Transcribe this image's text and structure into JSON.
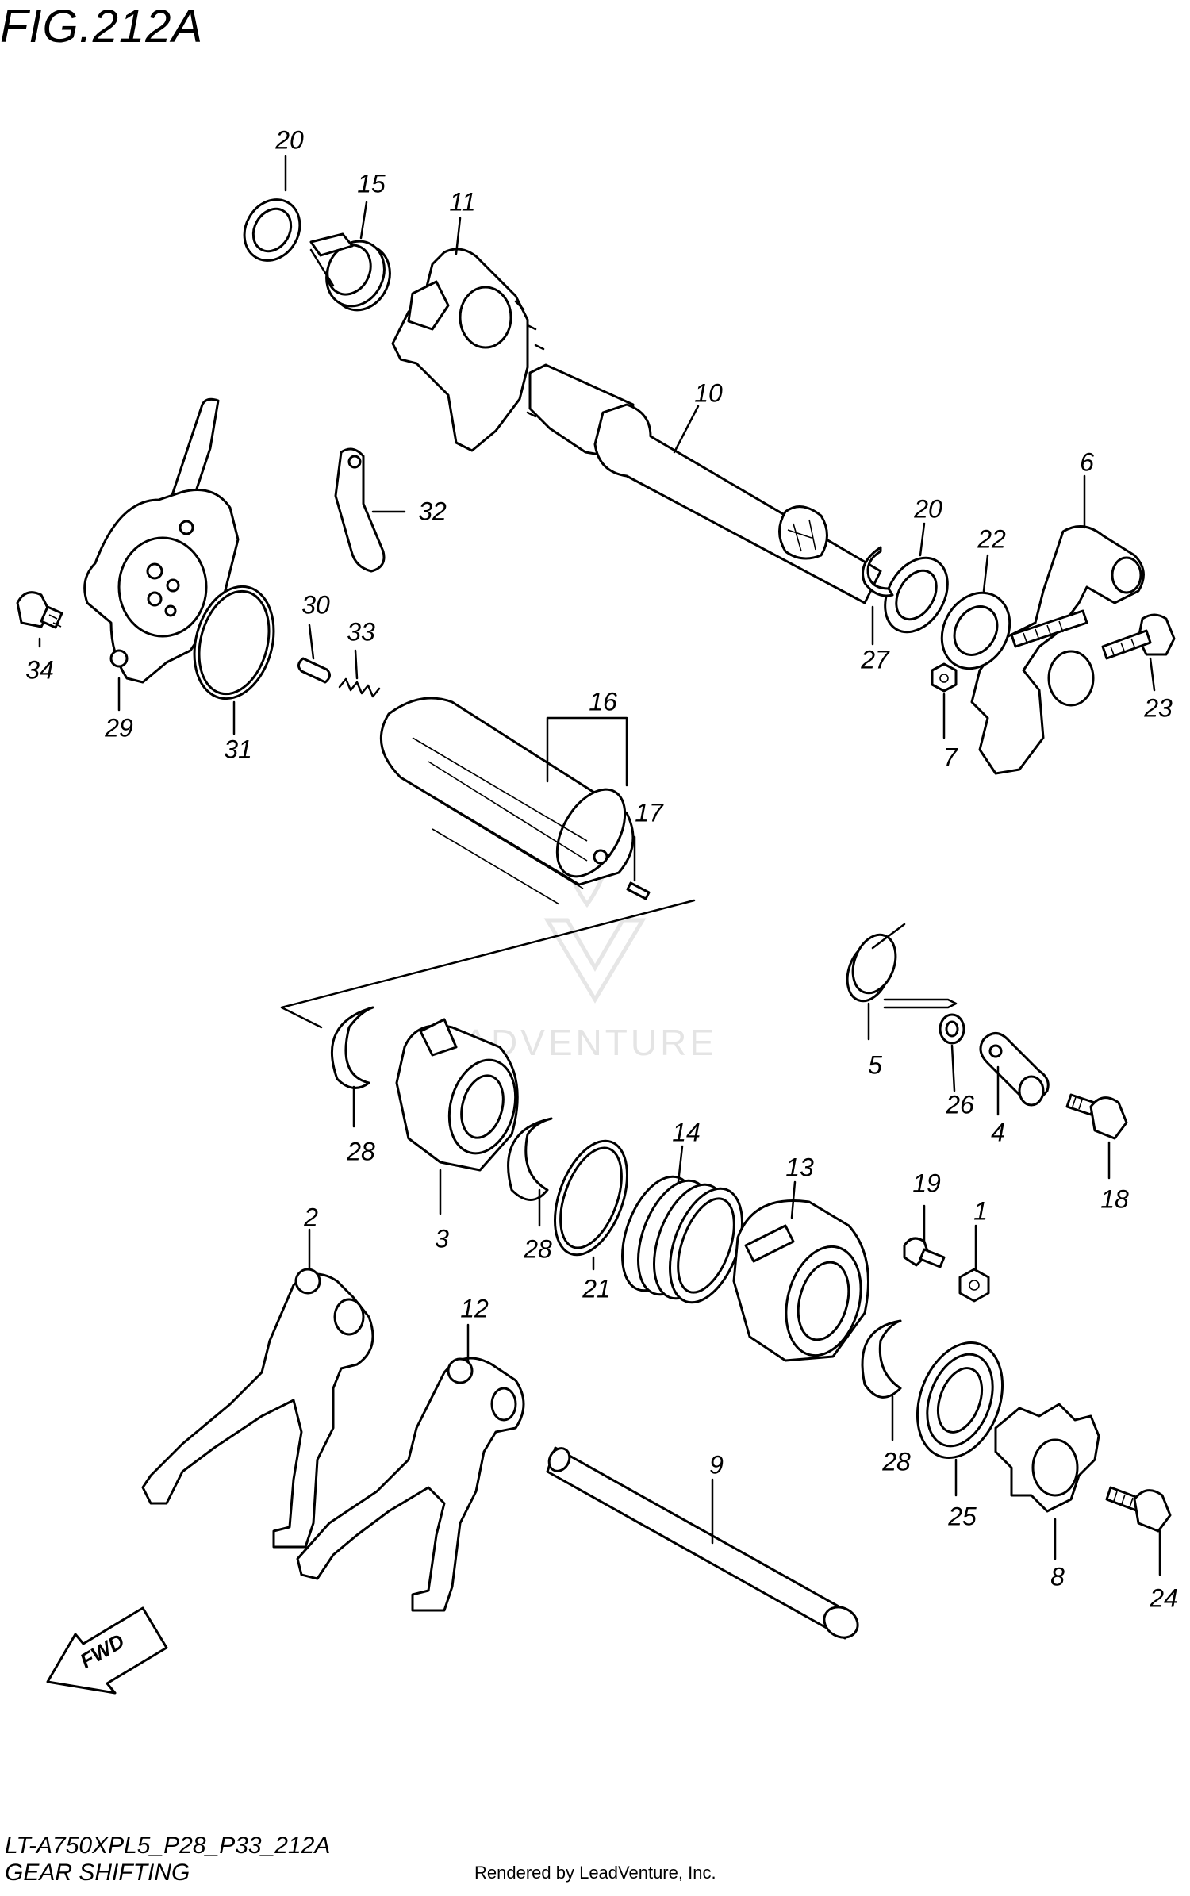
{
  "figure": {
    "title": "FIG.212A",
    "model_code": "LT-A750XPL5_P28_P33_212A",
    "section": "GEAR SHIFTING",
    "rendered_by": "Rendered by LeadVenture, Inc.",
    "watermark": "LEADVENTURE",
    "fwd_label": "FWD"
  },
  "callouts": [
    {
      "id": "20a",
      "text": "20"
    },
    {
      "id": "15",
      "text": "15"
    },
    {
      "id": "11",
      "text": "11"
    },
    {
      "id": "10",
      "text": "10"
    },
    {
      "id": "32",
      "text": "32"
    },
    {
      "id": "6",
      "text": "6"
    },
    {
      "id": "20b",
      "text": "20"
    },
    {
      "id": "22",
      "text": "22"
    },
    {
      "id": "34",
      "text": "34"
    },
    {
      "id": "30",
      "text": "30"
    },
    {
      "id": "33",
      "text": "33"
    },
    {
      "id": "27",
      "text": "27"
    },
    {
      "id": "23",
      "text": "23"
    },
    {
      "id": "7",
      "text": "7"
    },
    {
      "id": "29",
      "text": "29"
    },
    {
      "id": "31",
      "text": "31"
    },
    {
      "id": "16",
      "text": "16"
    },
    {
      "id": "17",
      "text": "17"
    },
    {
      "id": "5",
      "text": "5"
    },
    {
      "id": "26",
      "text": "26"
    },
    {
      "id": "4",
      "text": "4"
    },
    {
      "id": "18",
      "text": "18"
    },
    {
      "id": "28a",
      "text": "28"
    },
    {
      "id": "14",
      "text": "14"
    },
    {
      "id": "13",
      "text": "13"
    },
    {
      "id": "3",
      "text": "3"
    },
    {
      "id": "28b",
      "text": "28"
    },
    {
      "id": "21",
      "text": "21"
    },
    {
      "id": "19",
      "text": "19"
    },
    {
      "id": "1",
      "text": "1"
    },
    {
      "id": "2",
      "text": "2"
    },
    {
      "id": "12",
      "text": "12"
    },
    {
      "id": "9",
      "text": "9"
    },
    {
      "id": "28c",
      "text": "28"
    },
    {
      "id": "25",
      "text": "25"
    },
    {
      "id": "8",
      "text": "8"
    },
    {
      "id": "24",
      "text": "24"
    }
  ]
}
